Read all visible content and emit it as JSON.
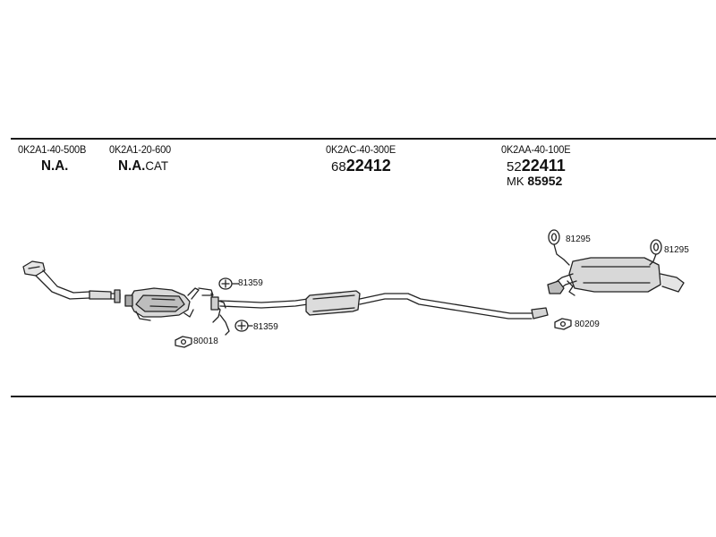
{
  "columns": [
    {
      "id": "c1",
      "part_no": "0K2A1-40-500B",
      "ref_main": "N.A.",
      "ref_suffix": ""
    },
    {
      "id": "c2",
      "part_no": "0K2A1-20-600",
      "ref_main": "N.A.",
      "ref_suffix": "CAT"
    },
    {
      "id": "c3",
      "part_no": "0K2AC-40-300E",
      "ref_prefix": "68",
      "ref_main": "22412"
    },
    {
      "id": "c4",
      "part_no": "0K2AA-40-100E",
      "ref_prefix": "52",
      "ref_main": "22411",
      "mk_prefix": "MK",
      "mk_value": "85952"
    }
  ],
  "callouts": [
    {
      "id": "a",
      "label": "81359"
    },
    {
      "id": "b",
      "label": "81359"
    },
    {
      "id": "c",
      "label": "80018"
    },
    {
      "id": "d",
      "label": "81295"
    },
    {
      "id": "e",
      "label": "81295"
    },
    {
      "id": "f",
      "label": "80209"
    }
  ]
}
